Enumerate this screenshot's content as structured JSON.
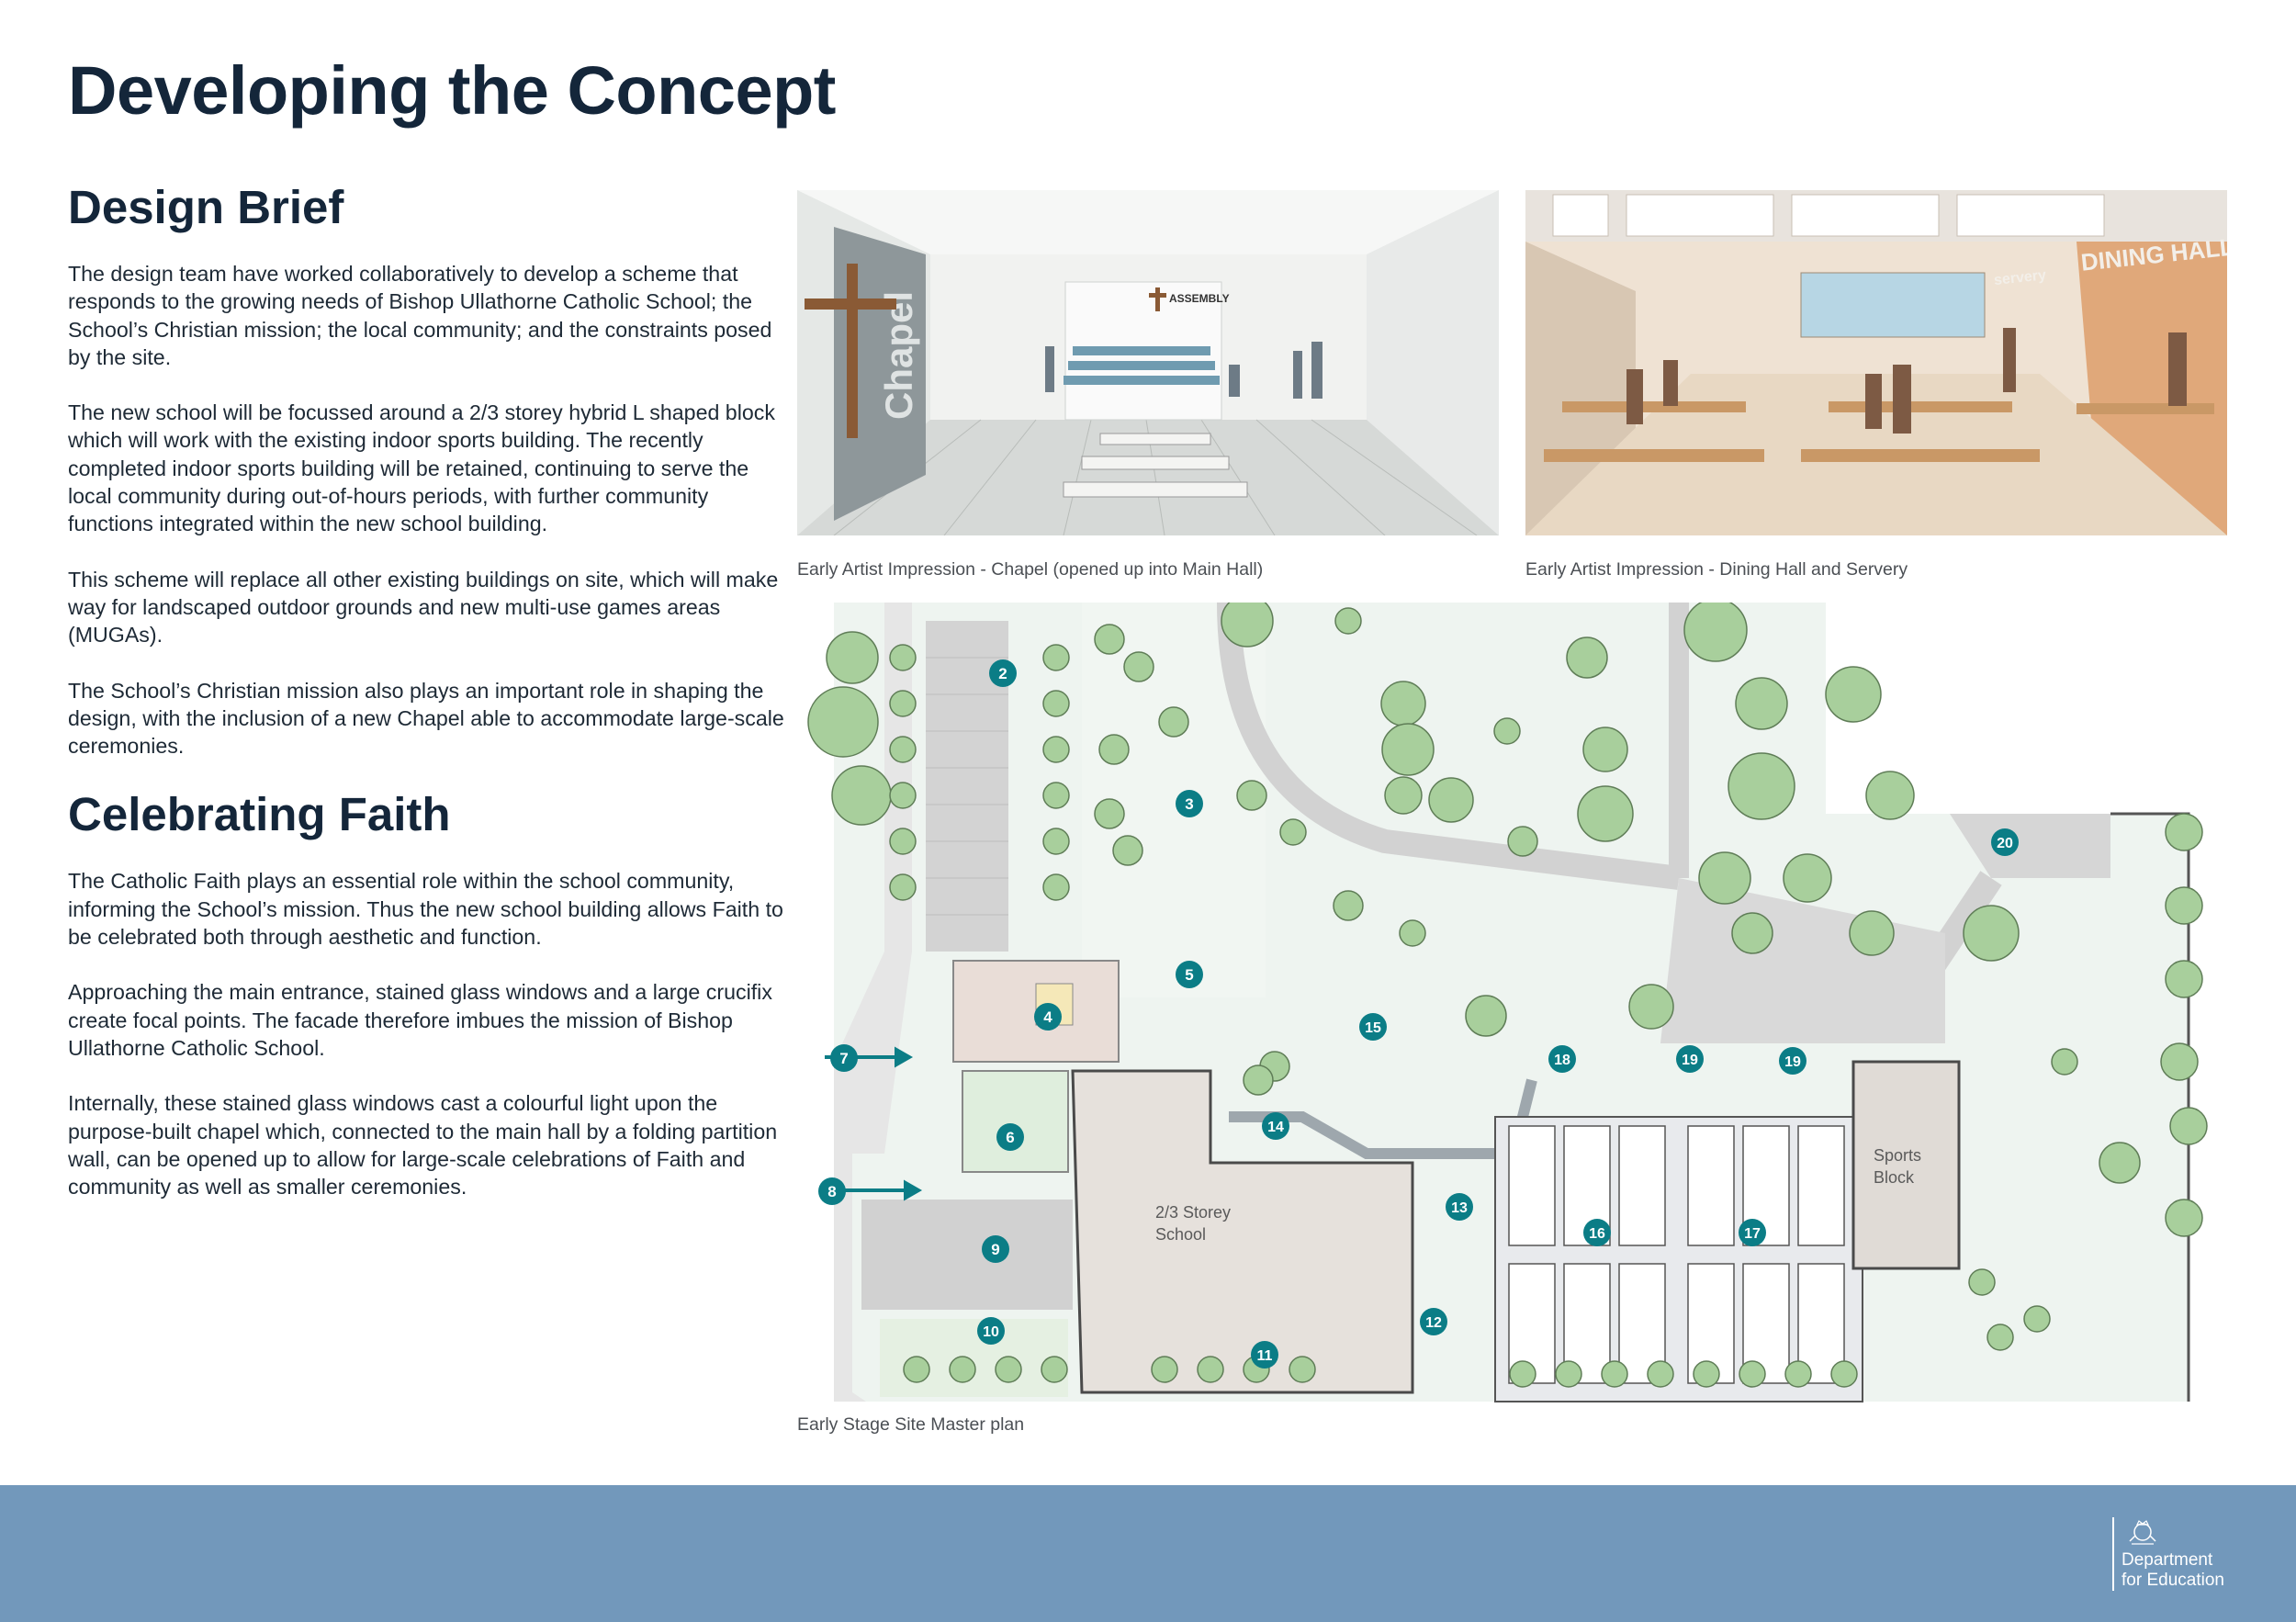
{
  "title": "Developing the Concept",
  "design_brief": {
    "heading": "Design Brief",
    "paragraphs": [
      "The design team have worked collaboratively to develop a scheme that responds to the growing needs of Bishop Ullathorne Catholic School; the School’s Christian mission; the local community; and the constraints posed by the site.",
      "The new school will be focussed around a 2/3 storey hybrid L shaped block which will work with the existing indoor sports building. The recently completed indoor sports building will be retained, continuing to serve the local community during out-of-hours periods, with further community functions integrated within the new school building.",
      "This scheme will replace all other existing buildings on site, which will make way for landscaped outdoor grounds and new multi-use games areas (MUGAs).",
      "The School’s Christian mission also plays an important role in shaping the design, with the inclusion of a new Chapel able to accommodate large-scale ceremonies."
    ]
  },
  "celebrating_faith": {
    "heading": "Celebrating Faith",
    "paragraphs": [
      "The Catholic Faith plays an essential role within the school community, informing the School’s mission. Thus the new school building allows Faith to be celebrated both through aesthetic and function.",
      "Approaching the main entrance, stained glass windows and a large crucifix create focal points. The facade therefore imbues the mission of Bishop Ullathorne Catholic School.",
      "Internally, these stained glass windows cast a colourful light upon the purpose-built chapel which, connected to the main hall by a folding partition wall, can be opened up to allow for large-scale celebrations of Faith and community as well as smaller ceremonies."
    ]
  },
  "images": {
    "chapel": {
      "caption": "Early Artist Impression - Chapel (opened up into Main Hall)",
      "wall_text": "Chapel",
      "sign_text": "ASSEMBLY"
    },
    "dining": {
      "caption": "Early Artist Impression - Dining Hall and Servery",
      "sign_text": "DINING HALL",
      "servery_text": "servery"
    }
  },
  "site_plan": {
    "caption": "Early Stage Site Master plan",
    "school_label_1": "2/3 Storey",
    "school_label_2": "School",
    "sports_label_1": "Sports",
    "sports_label_2": "Block",
    "markers": [
      "2",
      "3",
      "4",
      "5",
      "6",
      "7",
      "8",
      "9",
      "10",
      "11",
      "12",
      "13",
      "14",
      "15",
      "16",
      "17",
      "18",
      "19",
      "19",
      "20"
    ]
  },
  "footer": {
    "org_line_1": "Department",
    "org_line_2": "for Education",
    "crest_icon": "royal-crest-icon"
  },
  "colors": {
    "title": "#14263a",
    "marker": "#0b7d86",
    "footer": "#7298bb",
    "tree": "#a8cf9c"
  }
}
